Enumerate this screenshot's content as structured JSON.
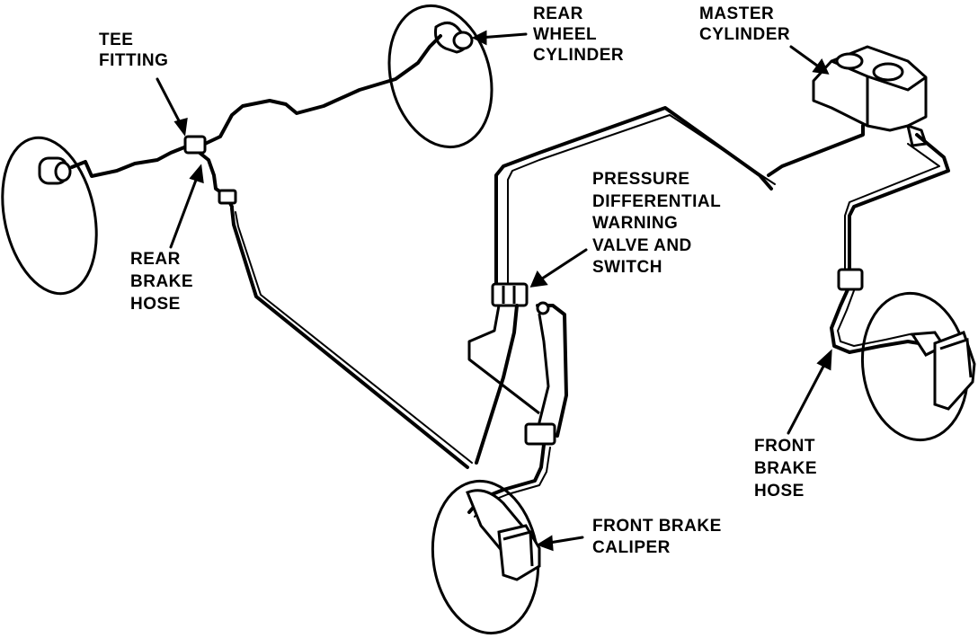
{
  "colors": {
    "ink": "#000000",
    "paper": "#ffffff"
  },
  "labels": {
    "tee_fitting": [
      "TEE",
      "FITTING"
    ],
    "rear_wheel_cylinder": [
      "REAR",
      "WHEEL",
      "CYLINDER"
    ],
    "master_cylinder": [
      "MASTER",
      "CYLINDER"
    ],
    "pressure_valve": [
      "PRESSURE",
      "DIFFERENTIAL",
      "WARNING",
      "VALVE AND",
      "SWITCH"
    ],
    "rear_brake_hose": [
      "REAR",
      "BRAKE",
      "HOSE"
    ],
    "front_brake_hose": [
      "FRONT",
      "BRAKE",
      "HOSE"
    ],
    "front_brake_caliper": [
      "FRONT BRAKE",
      "CALIPER"
    ]
  }
}
